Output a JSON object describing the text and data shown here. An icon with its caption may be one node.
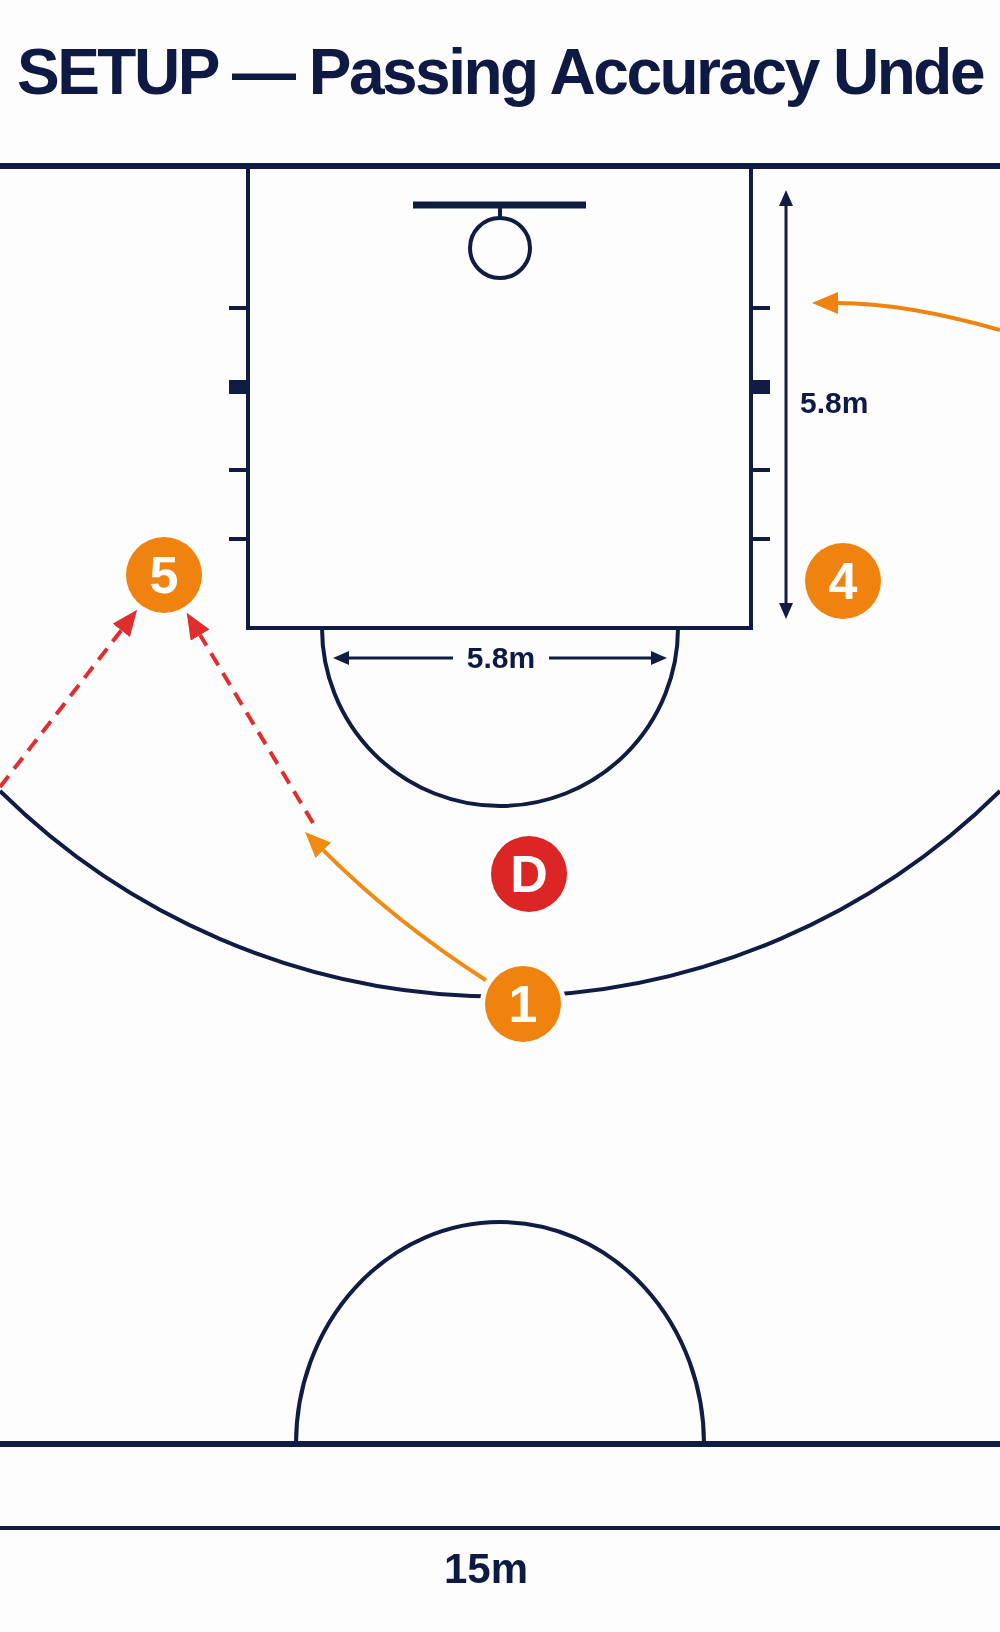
{
  "diagram": {
    "title": "SETUP — Passing Accuracy Unde",
    "nodes": [
      {
        "text": [
          "5"
        ]
      },
      {
        "text": [
          "4"
        ]
      },
      {
        "text": [
          "D"
        ]
      },
      {
        "text": [
          "1"
        ]
      }
    ],
    "edges": [
      {
        "from": null,
        "to": 0,
        "arrow": "to",
        "style": "dashed",
        "color": "#e02d2d"
      },
      {
        "from": null,
        "to": 0,
        "arrow": "to",
        "style": "dashed",
        "color": "#e02d2d"
      },
      {
        "from": 3,
        "to": null,
        "arrow": "to",
        "color": "#f08a10"
      }
    ],
    "labels": [
      "5.8m",
      "5.8m",
      "15m"
    ]
  }
}
